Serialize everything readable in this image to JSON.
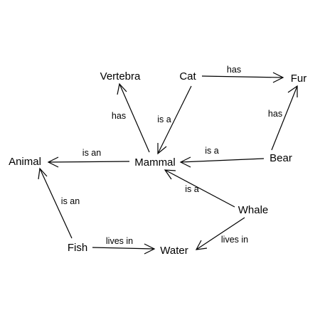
{
  "diagram": {
    "type": "semantic-network",
    "line_color": "#000000",
    "background": "#ffffff",
    "nodes": {
      "vertebra": "Vertebra",
      "cat": "Cat",
      "fur": "Fur",
      "animal": "Animal",
      "mammal": "Mammal",
      "bear": "Bear",
      "whale": "Whale",
      "fish": "Fish",
      "water": "Water"
    },
    "edges": [
      {
        "id": "cat-fur",
        "from": "Cat",
        "to": "Fur",
        "label": "has"
      },
      {
        "id": "mammal-vertebra",
        "from": "Mammal",
        "to": "Vertebra",
        "label": "has"
      },
      {
        "id": "cat-mammal",
        "from": "Cat",
        "to": "Mammal",
        "label": "is a"
      },
      {
        "id": "bear-fur",
        "from": "Bear",
        "to": "Fur",
        "label": "has"
      },
      {
        "id": "mammal-animal",
        "from": "Mammal",
        "to": "Animal",
        "label": "is an"
      },
      {
        "id": "bear-mammal",
        "from": "Bear",
        "to": "Mammal",
        "label": "is a"
      },
      {
        "id": "whale-mammal",
        "from": "Whale",
        "to": "Mammal",
        "label": "is a"
      },
      {
        "id": "fish-animal",
        "from": "Fish",
        "to": "Animal",
        "label": "is an"
      },
      {
        "id": "whale-water",
        "from": "Whale",
        "to": "Water",
        "label": "lives in"
      },
      {
        "id": "fish-water",
        "from": "Fish",
        "to": "Water",
        "label": "lives in"
      }
    ]
  }
}
